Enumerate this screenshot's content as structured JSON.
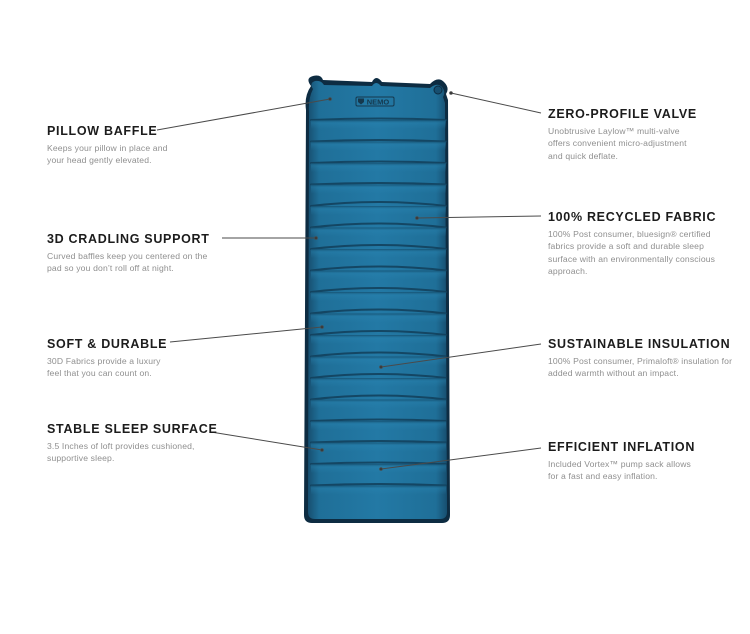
{
  "product": {
    "brand_logo_text": "NEMO",
    "colors": {
      "pad_main": "#1f6f98",
      "pad_highlight": "#2a86b3",
      "pad_shadow": "#144e6e",
      "pad_edge": "#0d2c42",
      "heading": "#1c1c1c",
      "body_text": "#8f8f8f",
      "leader_line": "#4a4a4a"
    }
  },
  "features_left": [
    {
      "title": "PILLOW BAFFLE",
      "description": "Keeps your pillow in place and your head gently elevated."
    },
    {
      "title": "3D CRADLING SUPPORT",
      "description": "Curved baffles keep you centered on the pad so you don’t roll off at night."
    },
    {
      "title": "SOFT & DURABLE",
      "description": "30D Fabrics provide a luxury feel that you can count on."
    },
    {
      "title": "STABLE SLEEP SURFACE",
      "description": "3.5 Inches of loft provides cushioned, supportive sleep."
    }
  ],
  "features_right": [
    {
      "title": "ZERO-PROFILE VALVE",
      "description": "Unobtrusive Laylow™ multi-valve offers convenient micro-adjustment and quick deflate."
    },
    {
      "title": "100% RECYCLED FABRIC",
      "description": "100% Post consumer, bluesign® certified fabrics provide a soft and durable sleep surface with an environmentally conscious approach."
    },
    {
      "title": "SUSTAINABLE INSULATION",
      "description": "100% Post consumer, Primaloft® insulation for added warmth without an impact."
    },
    {
      "title": "EFFICIENT INFLATION",
      "description": "Included Vortex™ pump sack allows for a fast and easy inflation."
    }
  ]
}
